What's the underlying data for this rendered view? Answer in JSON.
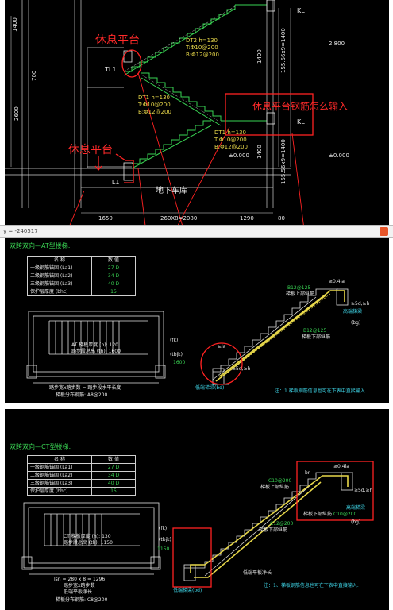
{
  "annotations": {
    "rest_platform_1": "休息平台",
    "rest_platform_2": "休息平台",
    "rest_rebar_question": "休息平台钢筋怎么输入"
  },
  "panel1": {
    "labels": {
      "kl_top": "KL",
      "kl_mid": "KL",
      "tl1_top": "TL1",
      "tl1_bottom": "TL1",
      "basement": "地下车库",
      "dt2_line1": "DT2 h=130",
      "dt2_line2": "T:Φ10@200",
      "dt2_line3": "B:Φ12@200",
      "dt1_line1": "DT1 h=130",
      "dt1_line2": "T:Φ10@200",
      "dt1_line3": "B:Φ12@200",
      "dt1b_line1": "DT1 h=130",
      "dt1b_line2": "T:Φ10@200",
      "dt1b_line3": "B:Φ12@200",
      "elev_top": "2.800",
      "elev_zero": "±0.000",
      "dim_bottom_1": "1650",
      "dim_bottom_2": "260X8=2080",
      "dim_bottom_3": "1290",
      "dim_bottom_4": "80",
      "dim_left_1": "1400",
      "dim_left_2": "2600",
      "dim_left_3": "700",
      "dim_right_1": "155.56x9=1400",
      "dim_right_2": "155.56x9=1400",
      "dim_right_3": "1400",
      "dim_right_4": "1400"
    }
  },
  "statusbar": {
    "text": "y = -240517"
  },
  "panel2": {
    "title": "双跨双向—AT型楼梯:",
    "table": {
      "headers": [
        "名 称",
        "数 值"
      ],
      "rows": [
        [
          "一级钢筋锚固 (La1)",
          "27 D"
        ],
        [
          "二级钢筋锚固 (La2)",
          "34 D"
        ],
        [
          "三级钢筋锚固 (La3)",
          "40 D"
        ],
        [
          "保护层厚度 (bhc)",
          "15"
        ]
      ]
    },
    "plan_label_1": "AT 梯板厚度 (h): 120",
    "plan_label_2": "踏步段总高 (th): 1600",
    "plan_dim": "踏步宽x踏步数 = 踏步段水平长度",
    "plan_dist": "梯板分布钢筋: A8@200",
    "fk": "(fk)",
    "tbjk": "(tbjk)",
    "tbjk_val": "1600",
    "rebar_top": "B12@125",
    "rebar_bottom": "B12@125",
    "top_bar_label": "梯板上部纵筋",
    "bottom_bar_label": "梯板下部纵筋",
    "high_end": "高端梯梁",
    "low_end": "低端梯梁(bd)",
    "dim_041": "≥0.4la",
    "dim_5d": "≥5d,≥h",
    "dim_la": "≥la",
    "dim_b": "(bg)",
    "note": "注：1  梯板钢筋信息也可在下表中直接输入."
  },
  "panel3": {
    "title": "双跨双向—CT型楼梯:",
    "table": {
      "headers": [
        "名 称",
        "数 值"
      ],
      "rows": [
        [
          "一级钢筋锚固 (La1)",
          "27 D"
        ],
        [
          "二级钢筋锚固 (La2)",
          "34 D"
        ],
        [
          "三级钢筋锚固 (La3)",
          "40 D"
        ],
        [
          "保护层厚度 (bhc)",
          "15"
        ]
      ]
    },
    "plan_label_1": "CT 梯板厚度 (h): 130",
    "plan_label_2": "踏步段总高 (th): 1150",
    "plan_dim_1": "踏步宽x踏步数",
    "plan_dim_2": "低端平板净长",
    "plan_dim_3": "lsn = 280 x 8 = 1296",
    "plan_dist": "梯板分布钢筋: C8@200",
    "fk": "(fk)",
    "tbjk": "(tbjk)",
    "tbjk_val": "1150",
    "rebar_top": "C10@200",
    "rebar_bottom": "C12@200",
    "rebar_top2": "C10@200",
    "top_bar_label": "梯板上部纵筋",
    "bottom_bar_label": "梯板下部纵筋",
    "bottom_bar_label2": "梯板下部纵筋",
    "high_end": "高端梯梁",
    "low_end": "低端梯梁(bd)",
    "low_plate": "低端平板净长",
    "dim_041": "≥0.4la",
    "dim_5d": "≥5d,≥h",
    "dim_br": "br",
    "dim_b": "(bg)",
    "note": "注：1、梯板钢筋信息也可在下表中直接输入."
  }
}
